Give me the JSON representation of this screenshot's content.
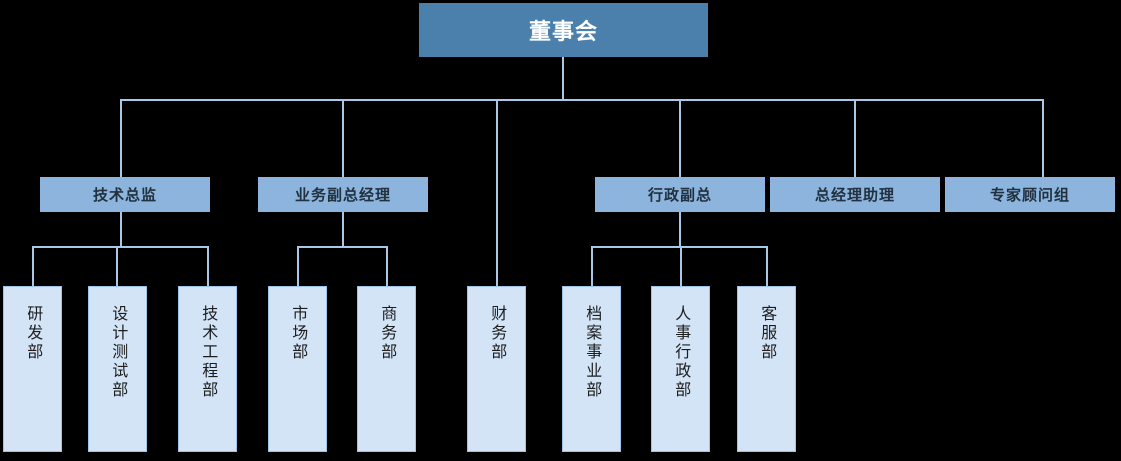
{
  "diagram": {
    "type": "org-chart",
    "title_node": "董事会",
    "colors": {
      "root_fill": "#4a80ab",
      "level2_fill": "#8cb4dd",
      "level3_fill": "#d3e4f7",
      "connector": "#a9c8e6",
      "background": "#000000",
      "root_text": "#ffffff",
      "level2_text": "#21313f",
      "level3_text": "#1d1d1d"
    },
    "levels": {
      "root": {
        "label": "董事会"
      },
      "level2": [
        {
          "label": "技术总监"
        },
        {
          "label": "业务副总经理"
        },
        {
          "label": "行政副总"
        },
        {
          "label": "总经理助理"
        },
        {
          "label": "专家顾问组"
        }
      ],
      "level3": [
        {
          "label": "研发部",
          "parent": "技术总监"
        },
        {
          "label": "设计测试部",
          "parent": "技术总监"
        },
        {
          "label": "技术工程部",
          "parent": "技术总监"
        },
        {
          "label": "市场部",
          "parent": "业务副总经理"
        },
        {
          "label": "商务部",
          "parent": "业务副总经理"
        },
        {
          "label": "财务部",
          "parent": "董事会"
        },
        {
          "label": "档案事业部",
          "parent": "行政副总"
        },
        {
          "label": "人事行政部",
          "parent": "行政副总"
        },
        {
          "label": "客服部",
          "parent": "行政副总"
        }
      ]
    }
  }
}
